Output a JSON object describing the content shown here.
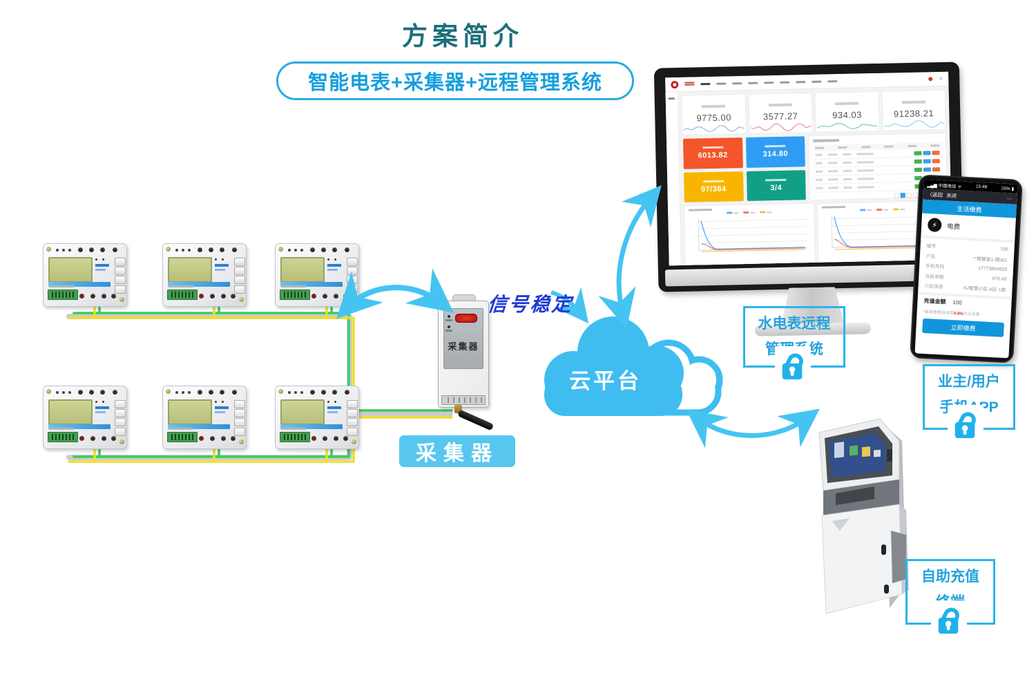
{
  "title": "方案简介",
  "banner": "智能电表+采集器+远程管理系统",
  "signal_label": "信号稳定",
  "collector": {
    "device_text": "采集器",
    "caption": "采集器"
  },
  "cloud": {
    "label": "云平台"
  },
  "tags": {
    "system": {
      "line1": "水电表远程",
      "line2": "管理系统"
    },
    "app": {
      "line1": "业主/用户",
      "line2": "手机APP"
    },
    "kiosk": {
      "line1": "自助充值",
      "line2": "终端"
    }
  },
  "dashboard": {
    "stats": [
      {
        "value": "9775.00"
      },
      {
        "value": "3577.27"
      },
      {
        "value": "934.03"
      },
      {
        "value": "91238.21"
      }
    ],
    "tiles": [
      {
        "value": "6013.82",
        "color": "#f4552a"
      },
      {
        "value": "314.80",
        "color": "#2f9df4"
      },
      {
        "value": "97/384",
        "color": "#f8b500"
      },
      {
        "value": "3/4",
        "color": "#11a086"
      }
    ]
  },
  "phone": {
    "status": {
      "carrier": "中国电信",
      "time": "15:48",
      "battery": "26%"
    },
    "nav": {
      "back": "〈返回",
      "close": "关闭",
      "more": "⋯"
    },
    "header": "生活缴费",
    "service": "电费",
    "bolt": "⚡",
    "fields": [
      {
        "label": "编号",
        "value": "700"
      },
      {
        "label": "户名",
        "value": "**智慧家1-限d01"
      },
      {
        "label": "手机号码",
        "value": "17773804659"
      },
      {
        "label": "当前余额",
        "value": "¥76.40"
      },
      {
        "label": "小区信息",
        "value": "HJ智慧小区-A区-1栋"
      }
    ],
    "recharge": {
      "label": "充值金额",
      "value": "100"
    },
    "note": {
      "prefix": "*每笔缴费将收取",
      "highlight": "0.6%",
      "suffix": "的手续费"
    },
    "pay_button": "立即缴费"
  }
}
